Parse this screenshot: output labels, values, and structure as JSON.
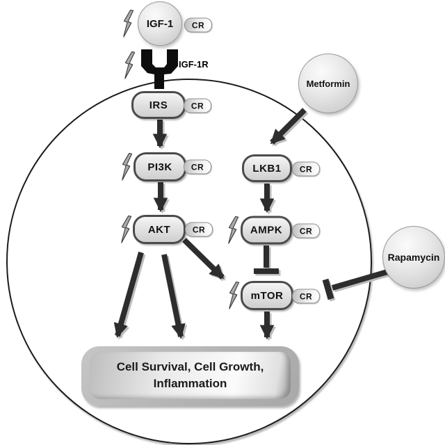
{
  "diagram": {
    "kind": "cell-signaling-pathway",
    "nodes": {
      "igf1": {
        "label": "IGF-1"
      },
      "igf1r": {
        "label": "IGF-1R"
      },
      "irs": {
        "label": "IRS"
      },
      "pi3k": {
        "label": "PI3K"
      },
      "akt": {
        "label": "AKT"
      },
      "lkb1": {
        "label": "LKB1"
      },
      "ampk": {
        "label": "AMPK"
      },
      "mtor": {
        "label": "mTOR"
      },
      "metformin": {
        "label": "Metformin"
      },
      "rapamycin": {
        "label": "Rapamycin"
      }
    },
    "cr_badge": "CR",
    "cr_badge_on": [
      "IGF-1",
      "IRS",
      "PI3K",
      "AKT",
      "LKB1",
      "AMPK",
      "mTOR"
    ],
    "lightning_marks_on": [
      "IGF-1",
      "IGF-1R",
      "PI3K",
      "AKT",
      "AMPK",
      "mTOR"
    ],
    "outcome_box": {
      "line1": "Cell Survival, Cell Growth,",
      "line2": "Inflammation"
    },
    "edges": [
      {
        "from": "IGF-1",
        "to": "IGF-1R",
        "type": "binds"
      },
      {
        "from": "IGF-1R",
        "to": "IRS",
        "type": "activates"
      },
      {
        "from": "IRS",
        "to": "PI3K",
        "type": "activates"
      },
      {
        "from": "PI3K",
        "to": "AKT",
        "type": "activates"
      },
      {
        "from": "AKT",
        "to": "mTOR",
        "type": "activates"
      },
      {
        "from": "AKT",
        "to": "outcome-box",
        "type": "activates"
      },
      {
        "from": "AKT",
        "to": "outcome-box",
        "type": "activates"
      },
      {
        "from": "Metformin",
        "to": "LKB1",
        "type": "activates"
      },
      {
        "from": "LKB1",
        "to": "AMPK",
        "type": "activates"
      },
      {
        "from": "AMPK",
        "to": "mTOR",
        "type": "inhibits"
      },
      {
        "from": "Rapamycin",
        "to": "mTOR",
        "type": "inhibits"
      },
      {
        "from": "mTOR",
        "to": "outcome-box",
        "type": "activates"
      }
    ],
    "colors": {
      "node_border": "#4b4b4b",
      "node_fill": "#e3e3e3",
      "arrow": "#2d2d2d",
      "arrow_shadow": "#bdbdbd",
      "membrane": "#1b1b1b",
      "receptor": "#0d0d0d",
      "lightning_fill": "#ababab",
      "outcome_frame": "#b2b2b2"
    }
  }
}
